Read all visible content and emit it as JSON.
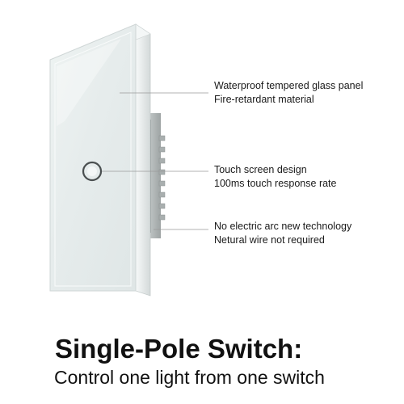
{
  "features": [
    {
      "line1": "Waterproof tempered glass panel",
      "line2": "Fire-retardant material"
    },
    {
      "line1": "Touch screen design",
      "line2": "100ms touch response rate"
    },
    {
      "line1": "No electric arc new technology",
      "line2": "Netural wire not required"
    }
  ],
  "headline": "Single-Pole Switch:",
  "subline": "Control one light from one switch",
  "product": {
    "name": "light-switch",
    "panel_color": "#e9efee",
    "touch_button_icon": "touch-ring-icon"
  }
}
